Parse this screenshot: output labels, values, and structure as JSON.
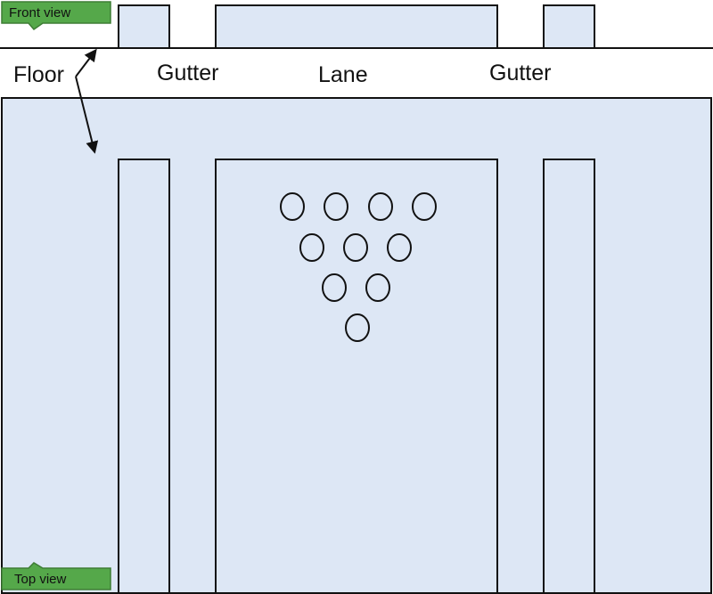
{
  "labels": {
    "front_view": "Front view",
    "top_view": "Top view",
    "floor": "Floor",
    "gutter_left": "Gutter",
    "lane": "Lane",
    "gutter_right": "Gutter"
  },
  "colors": {
    "fill": "#dde7f5",
    "stroke": "#111111",
    "tag_fill": "#55a84a",
    "tag_stroke": "#3e7d35"
  },
  "pins": {
    "count": 10,
    "rows": [
      4,
      3,
      2,
      1
    ]
  }
}
